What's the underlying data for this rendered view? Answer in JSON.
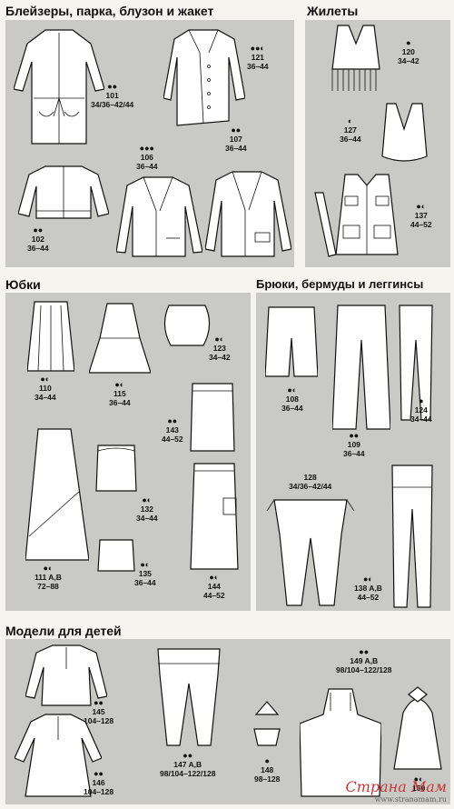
{
  "sections": {
    "blazers": "Блейзеры, парка, блузон и жакет",
    "vests": "Жилеты",
    "skirts": "Юбки",
    "trousers": "Брюки, бермуды и леггинсы",
    "kids": "Модели для детей"
  },
  "items": {
    "m101": {
      "dots": "●●",
      "num": "101",
      "size": "34/36–42/44"
    },
    "m121": {
      "dots": "●●◐",
      "num": "121",
      "size": "36–44"
    },
    "m106": {
      "dots": "●●●",
      "num": "106",
      "size": "36–44"
    },
    "m107": {
      "dots": "●●",
      "num": "107",
      "size": "36–44"
    },
    "m102": {
      "dots": "●●",
      "num": "102",
      "size": "36–44"
    },
    "m120": {
      "dots": "●",
      "num": "120",
      "size": "34–42"
    },
    "m127": {
      "dots": "◐",
      "num": "127",
      "size": "36–44"
    },
    "m137": {
      "dots": "●◐",
      "num": "137",
      "size": "44–52"
    },
    "m110": {
      "dots": "●◐",
      "num": "110",
      "size": "34–44"
    },
    "m115": {
      "dots": "●◐",
      "num": "115",
      "size": "36–44"
    },
    "m123": {
      "dots": "●◐",
      "num": "123",
      "size": "34–42"
    },
    "m143": {
      "dots": "●●",
      "num": "143",
      "size": "44–52"
    },
    "m132": {
      "dots": "●◐",
      "num": "132",
      "size": "34–44"
    },
    "m111": {
      "dots": "●◐",
      "num": "111 A,B",
      "size": "72–88"
    },
    "m135": {
      "dots": "●◐",
      "num": "135",
      "size": "36–44"
    },
    "m144": {
      "dots": "●◐",
      "num": "144",
      "size": "44–52"
    },
    "m108": {
      "dots": "●◐",
      "num": "108",
      "size": "36–44"
    },
    "m109": {
      "dots": "●●",
      "num": "109",
      "size": "36–44"
    },
    "m124": {
      "dots": "●",
      "num": "124",
      "size": "34–44"
    },
    "m128": {
      "dots": "",
      "num": "128",
      "size": "34/36–42/44"
    },
    "m138": {
      "dots": "●◐",
      "num": "138 A,B",
      "size": "44–52"
    },
    "m145": {
      "dots": "●●",
      "num": "145",
      "size": "104–128"
    },
    "m146": {
      "dots": "●●",
      "num": "146",
      "size": "104–128"
    },
    "m147": {
      "dots": "●●",
      "num": "147 A,B",
      "size": "98/104–122/128"
    },
    "m148": {
      "dots": "●",
      "num": "148",
      "size": "98–128"
    },
    "m149": {
      "dots": "●●",
      "num": "149 A,B",
      "size": "98/104–122/128"
    },
    "m150": {
      "dots": "●◐",
      "num": "150",
      "size": ""
    }
  },
  "watermark": {
    "brand": "Страна Мам",
    "url": "www.stranamam.ru"
  }
}
